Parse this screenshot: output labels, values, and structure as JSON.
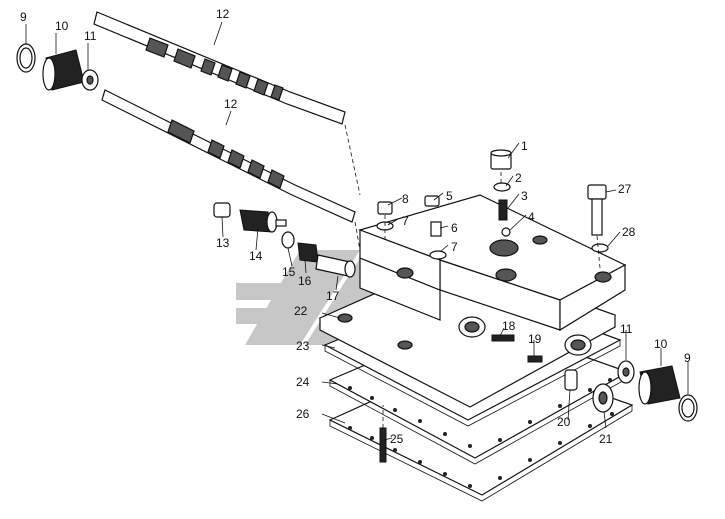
{
  "callouts": [
    {
      "id": "c1",
      "text": "1"
    },
    {
      "id": "c2",
      "text": "2"
    },
    {
      "id": "c3",
      "text": "3"
    },
    {
      "id": "c4",
      "text": "4"
    },
    {
      "id": "c5",
      "text": "5"
    },
    {
      "id": "c6",
      "text": "6"
    },
    {
      "id": "c7a",
      "text": "7"
    },
    {
      "id": "c7b",
      "text": "7"
    },
    {
      "id": "c8",
      "text": "8"
    },
    {
      "id": "c9a",
      "text": "9"
    },
    {
      "id": "c9b",
      "text": "9"
    },
    {
      "id": "c10a",
      "text": "10"
    },
    {
      "id": "c10b",
      "text": "10"
    },
    {
      "id": "c11a",
      "text": "11"
    },
    {
      "id": "c11b",
      "text": "11"
    },
    {
      "id": "c12a",
      "text": "12"
    },
    {
      "id": "c12b",
      "text": "12"
    },
    {
      "id": "c13",
      "text": "13"
    },
    {
      "id": "c14",
      "text": "14"
    },
    {
      "id": "c15",
      "text": "15"
    },
    {
      "id": "c16",
      "text": "16"
    },
    {
      "id": "c17",
      "text": "17"
    },
    {
      "id": "c18",
      "text": "18"
    },
    {
      "id": "c19",
      "text": "19"
    },
    {
      "id": "c20",
      "text": "20"
    },
    {
      "id": "c21",
      "text": "21"
    },
    {
      "id": "c22",
      "text": "22"
    },
    {
      "id": "c23",
      "text": "23"
    },
    {
      "id": "c24",
      "text": "24"
    },
    {
      "id": "c25",
      "text": "25"
    },
    {
      "id": "c26",
      "text": "26"
    },
    {
      "id": "c27",
      "text": "27"
    },
    {
      "id": "c28",
      "text": "28"
    }
  ],
  "colors": {
    "ink": "#111111",
    "watermark": "#9a9a9a",
    "background": "#ffffff"
  },
  "watermark": {
    "icon": "logo-watermark-icon"
  }
}
